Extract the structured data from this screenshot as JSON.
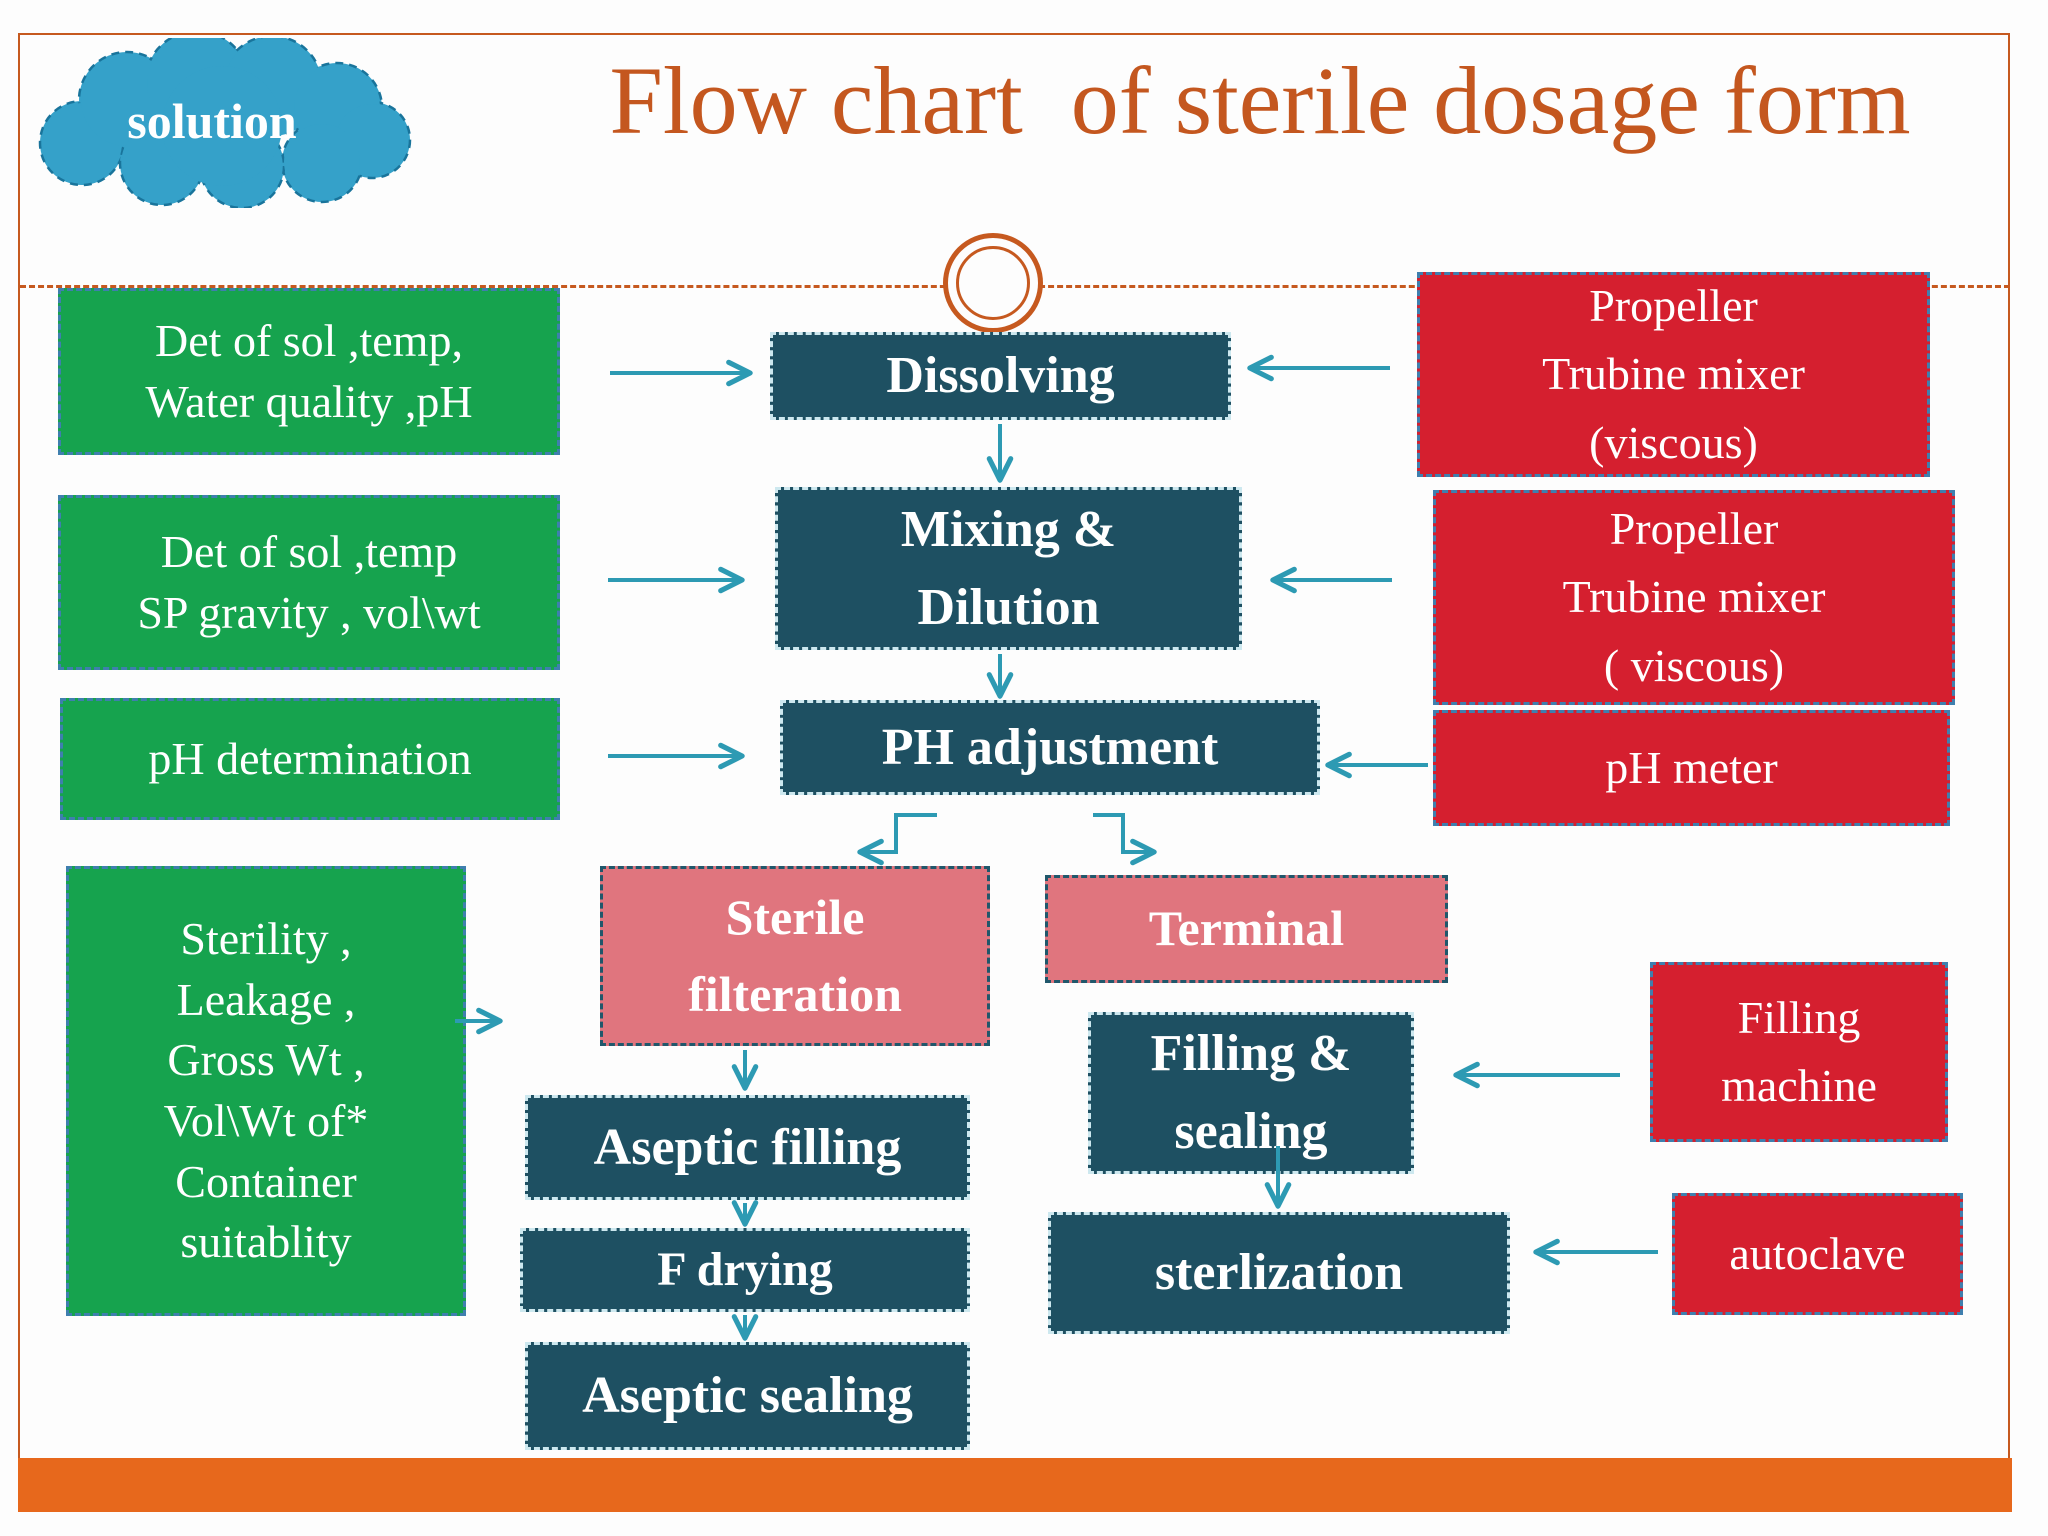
{
  "colors": {
    "accent_orange": "#c4571f",
    "bar_orange": "#e7681c",
    "green": "#16a34e",
    "teal": "#1e5062",
    "pink": "#e0757e",
    "red": "#d51f2f",
    "arrow_teal": "#2d9ab3",
    "cloud_blue": "#35a1c9"
  },
  "header": {
    "cloud_label": "solution",
    "title": "Flow chart  of sterile dosage form"
  },
  "green_boxes": [
    {
      "lines": [
        "Det of sol ,temp,",
        "Water quality ,pH"
      ]
    },
    {
      "lines": [
        "Det of sol ,temp",
        "SP gravity , vol\\wt"
      ]
    },
    {
      "lines": [
        "pH determination"
      ]
    },
    {
      "lines": [
        "Sterility ,",
        "Leakage ,",
        "Gross Wt ,",
        "Vol\\Wt of*",
        "Container",
        "suitablity"
      ]
    }
  ],
  "process_boxes": {
    "dissolving": "Dissolving",
    "mixing": [
      "Mixing &",
      "Dilution"
    ],
    "ph_adjustment": "PH adjustment",
    "aseptic_filling": "Aseptic filling",
    "f_drying": "F drying",
    "aseptic_sealing": "Aseptic sealing",
    "filling_sealing": [
      "Filling &",
      "sealing"
    ],
    "sterlization": "sterlization"
  },
  "branch_boxes": {
    "sterile_filteration": [
      "Sterile",
      "filteration"
    ],
    "terminal": "Terminal"
  },
  "equipment_boxes": {
    "propeller_1": [
      "Propeller",
      "Trubine mixer",
      "(viscous)"
    ],
    "propeller_2": [
      "Propeller",
      "Trubine mixer",
      "( viscous)"
    ],
    "ph_meter": "pH meter",
    "filling_machine": [
      "Filling",
      "machine"
    ],
    "autoclave": "autoclave"
  }
}
